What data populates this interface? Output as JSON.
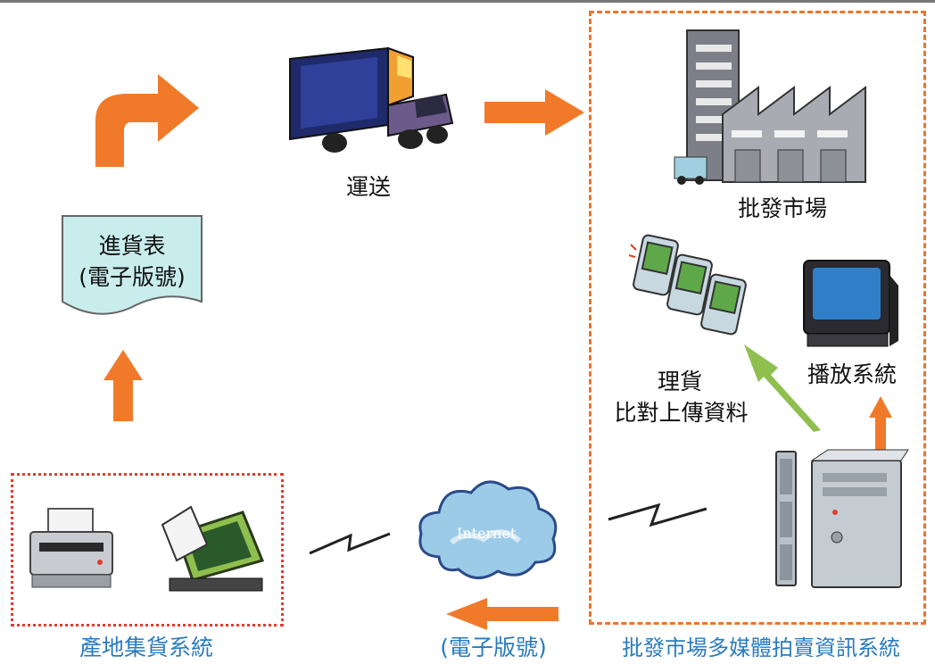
{
  "colors": {
    "arrow": "#f07a2a",
    "arrow_green": "#8fbf4f",
    "dashed_orange": "#e8762c",
    "dashed_red": "#e23b2f",
    "label_blue": "#2a7bbf",
    "form_fill": "#c9ecec"
  },
  "nodes": {
    "transport": {
      "label": "運送"
    },
    "wholesale_market": {
      "label": "批發市場"
    },
    "manifest": {
      "line1": "進貨表",
      "line2": "(電子版號)"
    },
    "tally": {
      "line1": "理貨",
      "line2": "比對上傳資料"
    },
    "playback": {
      "label": "播放系統"
    },
    "cloud": {
      "label": "Internet"
    }
  },
  "groups": {
    "origin": {
      "label": "產地集貨系統"
    },
    "auction": {
      "label": "批發市場多媒體拍賣資訊系統"
    }
  },
  "edges": {
    "bottom_arrow": {
      "label": "(電子版號)"
    }
  },
  "icons": [
    "truck-icon",
    "warehouse-icon",
    "form-icon",
    "pda-icon",
    "tv-icon",
    "server-icon",
    "printer-icon",
    "computer-icon",
    "cloud-icon",
    "lightning-icon"
  ]
}
